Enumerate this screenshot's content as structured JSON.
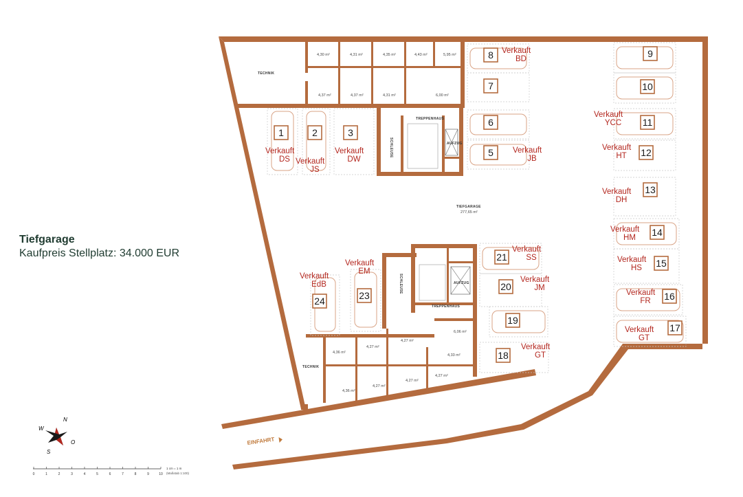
{
  "title": "Tiefgarage",
  "subtitle": "Kaufpreis Stellplatz: 34.000 EUR",
  "labels": {
    "technik": "TECHNIK",
    "treppenhaus": "TREPPENHAUS",
    "aufzug": "AUFZUG",
    "schleuse": "SCHLEUSE",
    "tiefgarage": "TIEFGARAGE",
    "tiefgarage_area": "277,65 m²",
    "einfahrt": "EINFAHRT"
  },
  "storage_top": [
    "4,30 m²",
    "4,31 m²",
    "4,35 m²",
    "4,43 m²",
    "5,95 m²",
    "4,37 m²",
    "4,37 m²",
    "4,31 m²",
    "6,00 m²"
  ],
  "storage_bottom": [
    "4,36 m²",
    "4,27 m²",
    "4,27 m²",
    "6,06 m²",
    "4,33 m²",
    "4,36 m²",
    "4,27 m²",
    "4,27 m²",
    "4,27 m²"
  ],
  "spots": [
    {
      "num": "1",
      "sold": "Verkauft",
      "buyer": "DS"
    },
    {
      "num": "2",
      "sold": "Verkauft",
      "buyer": "JS"
    },
    {
      "num": "3",
      "sold": "Verkauft",
      "buyer": "DW"
    },
    {
      "num": "5",
      "sold": "Verkauft",
      "buyer": "JB"
    },
    {
      "num": "6",
      "sold": "",
      "buyer": ""
    },
    {
      "num": "7",
      "sold": "",
      "buyer": ""
    },
    {
      "num": "8",
      "sold": "Verkauft",
      "buyer": "BD"
    },
    {
      "num": "9",
      "sold": "",
      "buyer": ""
    },
    {
      "num": "10",
      "sold": "",
      "buyer": ""
    },
    {
      "num": "11",
      "sold": "Verkauft",
      "buyer": "YCC"
    },
    {
      "num": "12",
      "sold": "Verkauft",
      "buyer": "HT"
    },
    {
      "num": "13",
      "sold": "Verkauft",
      "buyer": "DH"
    },
    {
      "num": "14",
      "sold": "Verkauft",
      "buyer": "HM"
    },
    {
      "num": "15",
      "sold": "Verkauft",
      "buyer": "HS"
    },
    {
      "num": "16",
      "sold": "Verkauft",
      "buyer": "FR"
    },
    {
      "num": "17",
      "sold": "Verkauft",
      "buyer": "GT"
    },
    {
      "num": "18",
      "sold": "Verkauft",
      "buyer": "GT"
    },
    {
      "num": "19",
      "sold": "",
      "buyer": ""
    },
    {
      "num": "20",
      "sold": "Verkauft",
      "buyer": "JM"
    },
    {
      "num": "21",
      "sold": "Verkauft",
      "buyer": "SS"
    },
    {
      "num": "23",
      "sold": "Verkauft",
      "buyer": "EM"
    },
    {
      "num": "24",
      "sold": "Verkauft",
      "buyer": "EdB"
    }
  ],
  "compass": {
    "n": "N",
    "o": "O",
    "s": "S",
    "w": "W"
  },
  "scale": {
    "ticks": [
      "0",
      "1",
      "2",
      "3",
      "4",
      "5",
      "6",
      "7",
      "8",
      "9",
      "10"
    ],
    "note": "1 cm = 1 m",
    "note2": "(Maßstab 1:100)"
  },
  "colors": {
    "wall": "#b46b3e",
    "sold": "#b3261e",
    "title": "#1f3b30"
  }
}
